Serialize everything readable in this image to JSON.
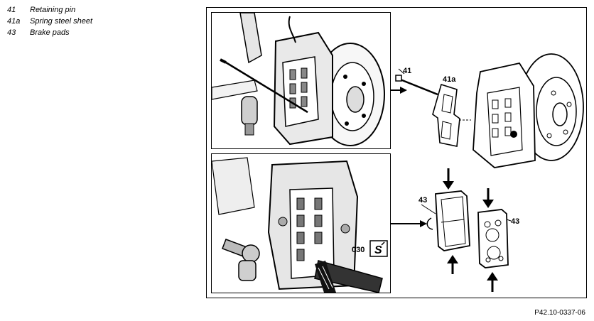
{
  "legend": [
    {
      "num": "41",
      "desc": "Retaining pin"
    },
    {
      "num": "41a",
      "desc": "Spring steel sheet"
    },
    {
      "num": "43",
      "desc": "Brake pads"
    }
  ],
  "callouts": {
    "pin": "41",
    "sheet": "41a",
    "pad_left": "43",
    "pad_right": "43",
    "tool": "030"
  },
  "figure_id": "P42.10-0337-06"
}
